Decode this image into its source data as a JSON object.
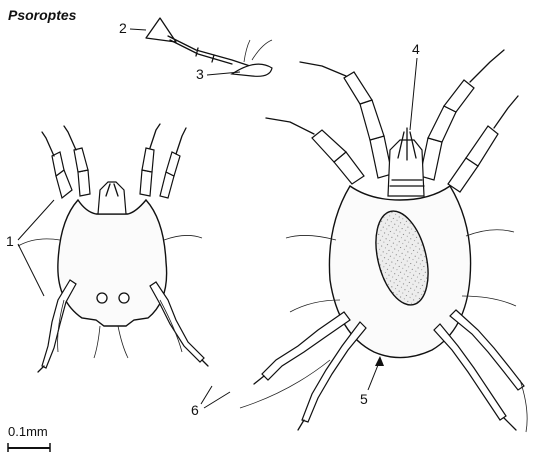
{
  "title": "Psoroptes",
  "labels": {
    "l1": "1",
    "l2": "2",
    "l3": "3",
    "l4": "4",
    "l5": "5",
    "l6": "6"
  },
  "scale_bar": {
    "label": "0.1mm"
  }
}
